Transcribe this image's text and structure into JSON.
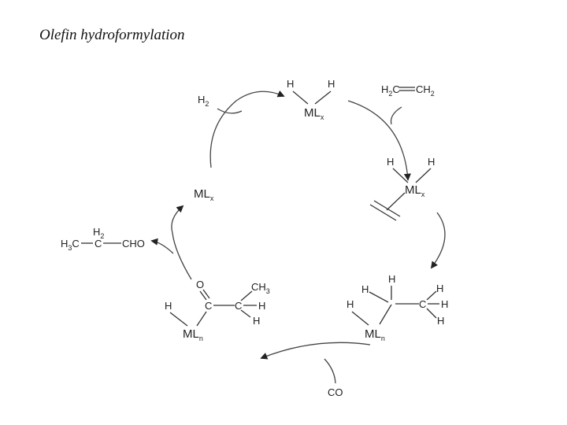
{
  "title": "Olefin hydroformylation",
  "scheme": {
    "dihydride": {
      "h_left": "H",
      "h_right": "H",
      "metal": "ML",
      "metal_sub": "x"
    },
    "alkene": {
      "left": "H",
      "left_sub": "2",
      "c1": "C",
      "c2": "CH",
      "right_sub": "2"
    },
    "alkene_complex": {
      "h_left": "H",
      "h_right": "H",
      "metal": "ML",
      "metal_sub": "x"
    },
    "alkyl_complex": {
      "h_side": "H",
      "h_top": "H",
      "h_mid": "H",
      "carbon": "C",
      "h_r1": "H",
      "h_r2": "H",
      "h_r3": "H",
      "metal": "ML",
      "metal_sub": "n"
    },
    "co_reagent": "CO",
    "acyl_complex": {
      "oxygen": "O",
      "h_side": "H",
      "c_carbonyl": "C",
      "c_alkyl": "C",
      "methyl": "CH",
      "methyl_sub": "3",
      "h_a": "H",
      "h_b": "H",
      "metal": "ML",
      "metal_sub": "n"
    },
    "aldehyde": {
      "h3c": "H",
      "h3c_sub": "3",
      "h3c_c": "C",
      "ch2_h": "H",
      "ch2_sub": "2",
      "c_mid": "C",
      "cho": "CHO"
    },
    "metal_fragment": {
      "metal": "ML",
      "metal_sub": "x"
    },
    "h2_reagent": {
      "h": "H",
      "sub": "2"
    }
  }
}
